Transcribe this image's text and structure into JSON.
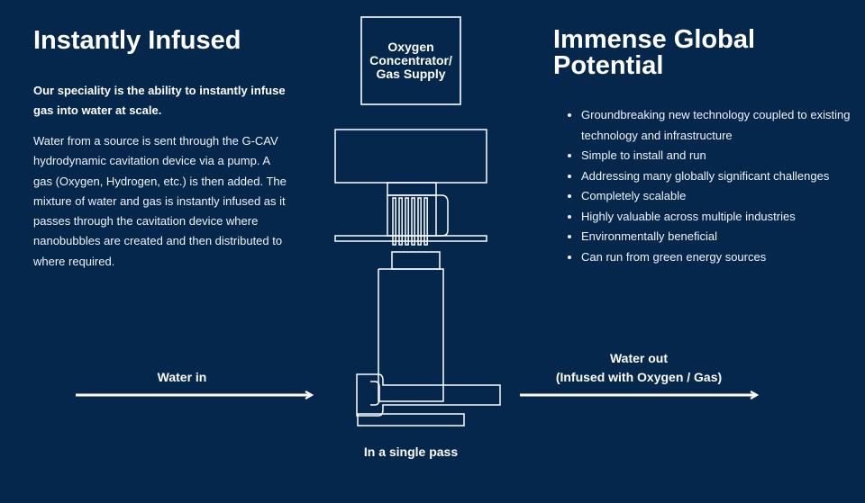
{
  "left": {
    "title": "Instantly Infused",
    "lead": "Our speciality is the ability to instantly infuse gas into water at scale.",
    "body": "Water from a source is sent through the G-CAV hydrodynamic cavitation device via a pump. A gas (Oxygen, Hydrogen, etc.) is then added. The mixture of water and gas is instantly infused as it passes through the cavitation device where nanobubbles are created and then distributed to where required."
  },
  "right": {
    "title": "Immense Global Potential",
    "features": [
      "Groundbreaking new technology coupled to existing technology and infrastructure",
      "Simple to install and run",
      "Addressing many globally significant challenges",
      "Completely scalable",
      "Highly valuable across multiple industries",
      "Environmentally beneficial",
      "Can run from green energy sources"
    ]
  },
  "diagram": {
    "gas_supply_lines": [
      "Oxygen",
      "Concentrator/",
      "Gas Supply"
    ],
    "water_in": "Water in",
    "water_out_line1": "Water out",
    "water_out_line2": "(Infused with Oxygen / Gas)",
    "caption": "In a single pass"
  },
  "colors": {
    "background": "#05274b",
    "foreground": "#ffffff"
  }
}
